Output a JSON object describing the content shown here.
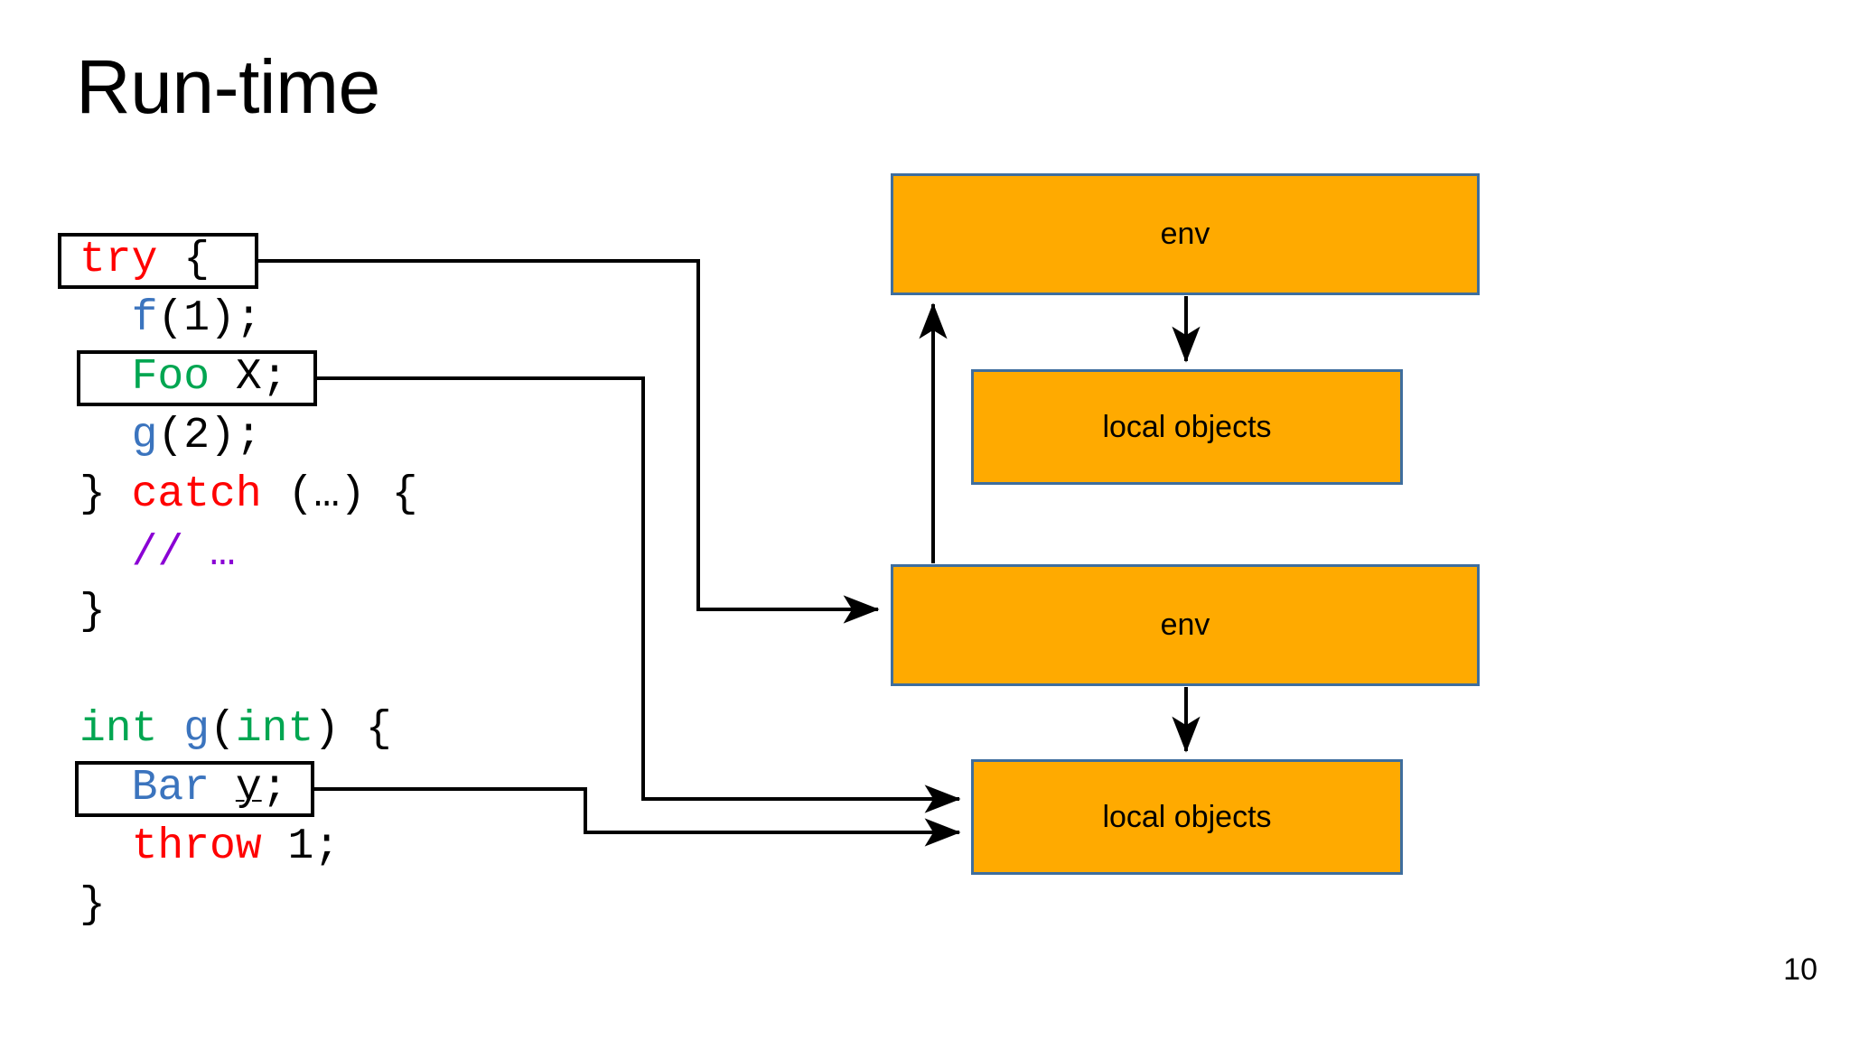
{
  "slide": {
    "title": "Run-time",
    "page_number": "10",
    "background_color": "#ffffff"
  },
  "code": {
    "language": "cpp",
    "colors": {
      "keyword": "#ff0000",
      "function": "#3b74be",
      "type_green": "#00a651",
      "type_blue": "#3b74be",
      "comment": "#8a00d4",
      "plain": "#000000"
    },
    "lines": [
      {
        "id": "line-try",
        "tokens": [
          {
            "t": "try",
            "c": "key"
          },
          {
            "t": " {",
            "c": "plain"
          }
        ]
      },
      {
        "id": "line-f1",
        "tokens": [
          {
            "t": "  ",
            "c": "plain"
          },
          {
            "t": "f",
            "c": "fn"
          },
          {
            "t": "(1);",
            "c": "plain"
          }
        ]
      },
      {
        "id": "line-foo",
        "tokens": [
          {
            "t": "  ",
            "c": "plain"
          },
          {
            "t": "Foo",
            "c": "type-g"
          },
          {
            "t": " X;",
            "c": "plain"
          }
        ]
      },
      {
        "id": "line-g2",
        "tokens": [
          {
            "t": "  ",
            "c": "plain"
          },
          {
            "t": "g",
            "c": "fn"
          },
          {
            "t": "(2);",
            "c": "plain"
          }
        ]
      },
      {
        "id": "line-catch",
        "tokens": [
          {
            "t": "} ",
            "c": "plain"
          },
          {
            "t": "catch",
            "c": "key"
          },
          {
            "t": " (…) {",
            "c": "plain"
          }
        ]
      },
      {
        "id": "line-comment",
        "tokens": [
          {
            "t": "  ",
            "c": "plain"
          },
          {
            "t": "// …",
            "c": "comment"
          }
        ]
      },
      {
        "id": "line-close-1",
        "tokens": [
          {
            "t": "}",
            "c": "plain"
          }
        ]
      },
      {
        "id": "line-blank",
        "tokens": [
          {
            "t": " ",
            "c": "plain"
          }
        ]
      },
      {
        "id": "line-gdef",
        "tokens": [
          {
            "t": "int",
            "c": "type-g"
          },
          {
            "t": " ",
            "c": "plain"
          },
          {
            "t": "g",
            "c": "fn"
          },
          {
            "t": "(",
            "c": "plain"
          },
          {
            "t": "int",
            "c": "type-g"
          },
          {
            "t": ") {",
            "c": "plain"
          }
        ]
      },
      {
        "id": "line-bar",
        "tokens": [
          {
            "t": "  ",
            "c": "plain"
          },
          {
            "t": "Bar",
            "c": "type-b"
          },
          {
            "t": " ",
            "c": "plain"
          },
          {
            "t": "y",
            "c": "plain-u"
          },
          {
            "t": ";",
            "c": "plain"
          }
        ]
      },
      {
        "id": "line-throw",
        "tokens": [
          {
            "t": "  ",
            "c": "plain"
          },
          {
            "t": "throw",
            "c": "key"
          },
          {
            "t": " 1;",
            "c": "plain"
          }
        ]
      },
      {
        "id": "line-close-2",
        "tokens": [
          {
            "t": "}",
            "c": "plain"
          }
        ]
      }
    ]
  },
  "highlights": [
    {
      "id": "hl-try",
      "label": "try-statement-highlight",
      "target_line": "line-try"
    },
    {
      "id": "hl-foo",
      "label": "foo-declaration-highlight",
      "target_line": "line-foo"
    },
    {
      "id": "hl-bar",
      "label": "bar-declaration-highlight",
      "target_line": "line-bar"
    }
  ],
  "diagram": {
    "box_fill": "#ffaa00",
    "box_border": "#3e6e9e",
    "boxes": [
      {
        "id": "box-env-1",
        "label": "env"
      },
      {
        "id": "box-local-1",
        "label": "local objects"
      },
      {
        "id": "box-env-2",
        "label": "env"
      },
      {
        "id": "box-local-2",
        "label": "local objects"
      }
    ],
    "arrows": [
      {
        "id": "arrow-env1-to-local1",
        "from": "box-env-1",
        "to": "box-local-1",
        "direction": "down"
      },
      {
        "id": "arrow-env2-to-env1",
        "from": "box-env-2",
        "to": "box-env-1",
        "direction": "up"
      },
      {
        "id": "arrow-env2-to-local2",
        "from": "box-env-2",
        "to": "box-local-2",
        "direction": "down"
      },
      {
        "id": "arrow-try-to-env2",
        "from": "hl-try",
        "to": "box-env-2",
        "direction": "right"
      },
      {
        "id": "arrow-foo-to-local2",
        "from": "hl-foo",
        "to": "box-local-2",
        "direction": "right"
      },
      {
        "id": "arrow-bar-to-local2",
        "from": "hl-bar",
        "to": "box-local-2",
        "direction": "right"
      }
    ]
  }
}
